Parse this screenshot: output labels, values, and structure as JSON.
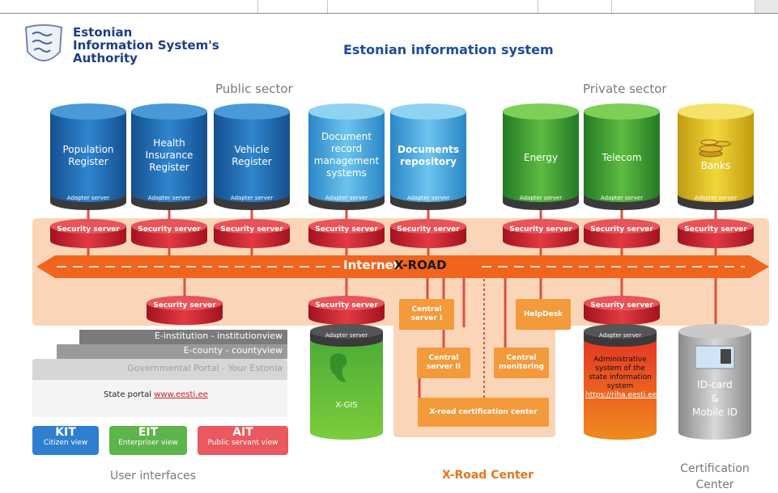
{
  "header": {
    "org_line1": "Estonian",
    "org_line2": "Information System's",
    "org_line3": "Authority",
    "title": "Estonian information system"
  },
  "sectors": {
    "public": "Public sector",
    "private": "Private sector"
  },
  "databases": [
    {
      "label": "Population Register",
      "adapter": "Adapter server",
      "color": "#1e73bd"
    },
    {
      "label": "Health Insurance Register",
      "adapter": "Adapter server",
      "color": "#1e73bd"
    },
    {
      "label": "Vehicle Register",
      "adapter": "Adapter server",
      "color": "#1e73bd"
    },
    {
      "label": "Document record management systems",
      "adapter": "Adapter server",
      "color": "#3aa6e0"
    },
    {
      "label": "Documents repository",
      "adapter": "Adapter server",
      "color": "#3aa6e0"
    },
    {
      "label": "Energy",
      "adapter": "Adapter server",
      "color": "#3ea535"
    },
    {
      "label": "Telecom",
      "adapter": "Adapter server",
      "color": "#3ea535"
    },
    {
      "label": "Banks",
      "adapter": "Adapter server",
      "color": "#e6c21a"
    }
  ],
  "security_server_label": "Security server",
  "xroad": {
    "internet": "Internet",
    "name": "X-ROAD",
    "center_label": "X-Road Center"
  },
  "center_boxes": {
    "central1": "Central server I",
    "central2": "Central server II",
    "monitoring": "Central monitoring",
    "helpdesk": "HelpDesk",
    "cert_center": "X-road certification center"
  },
  "xgis": {
    "adapter": "Adapter server",
    "label": "X-GIS"
  },
  "riha": {
    "adapter": "Adapter server",
    "line1": "Administrative",
    "line2": "system of the",
    "line3": "state information",
    "line4": "system",
    "url": "https://riha.eesti.ee"
  },
  "idcard": {
    "line1": "ID-card",
    "line2": "&",
    "line3": "Mobile ID"
  },
  "portal": {
    "e_institution": "E-institution - institutionview",
    "e_county": "E-county - countyview",
    "gov_portal": "Governmental Portal - Your Estonia",
    "state_portal_text": "State portal",
    "state_portal_link": "www.eesti.ee"
  },
  "ui_buttons": [
    {
      "big": "KIT",
      "small": "Citizen view",
      "color": "#2f7fd0"
    },
    {
      "big": "EIT",
      "small": "Enterpriser view",
      "color": "#5cb54a"
    },
    {
      "big": "AIT",
      "small": "Public servant view",
      "color": "#e9595f"
    }
  ],
  "bottom_labels": {
    "user_interfaces": "User interfaces",
    "cert_center_line1": "Certification",
    "cert_center_line2": "Center"
  },
  "colors": {
    "xroad_orange": "#f0641e",
    "panel_peach": "#fbd5b8",
    "security_red": "#d6202e",
    "title_blue": "#1f4aa0"
  }
}
